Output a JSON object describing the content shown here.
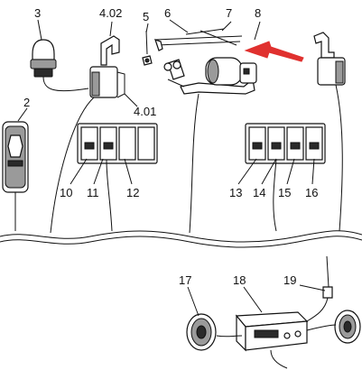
{
  "labels": {
    "l3": "3",
    "l402": "4.02",
    "l6": "6",
    "l7": "7",
    "l8": "8",
    "l5": "5",
    "l2": "2",
    "l401": "4.01",
    "l10": "10",
    "l11": "11",
    "l12": "12",
    "l13": "13",
    "l14": "14",
    "l15": "15",
    "l16": "16",
    "l17": "17",
    "l18": "18",
    "l19": "19"
  },
  "colors": {
    "arrow": "#e0312f",
    "ink": "#111111",
    "shade": "#9a9a9a"
  }
}
